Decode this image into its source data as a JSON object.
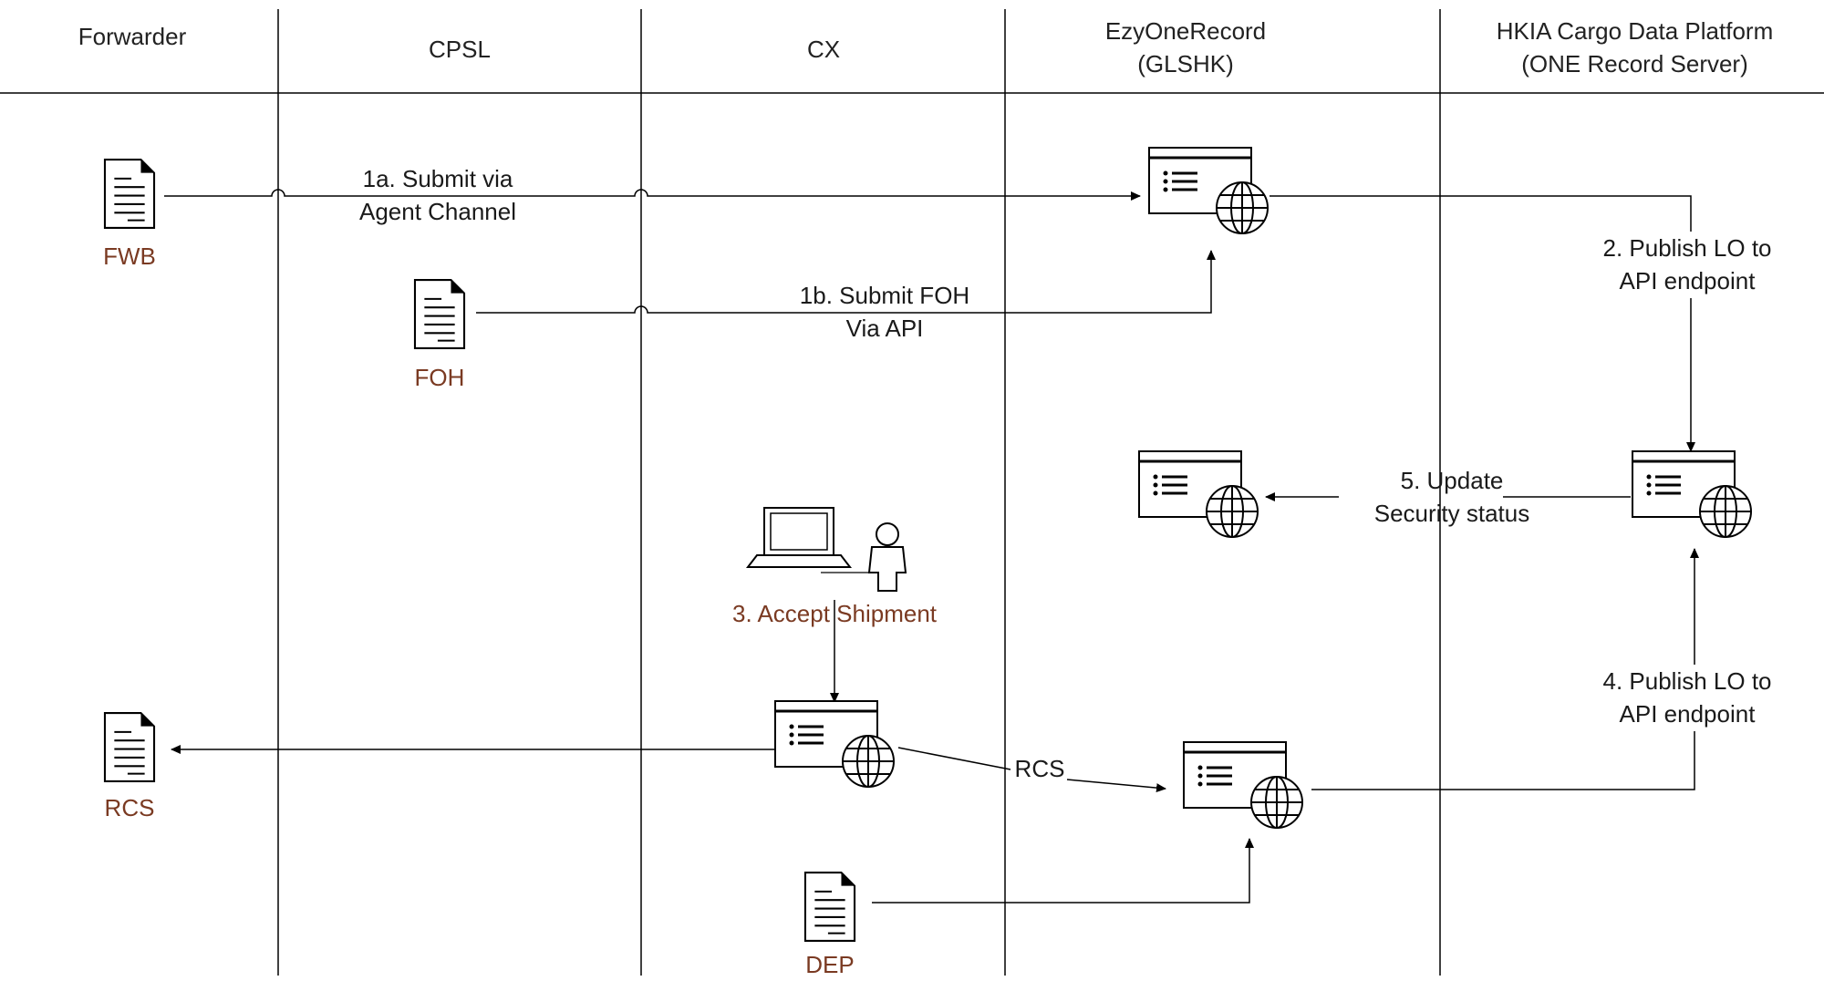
{
  "lanes": [
    {
      "title": "Forwarder"
    },
    {
      "title": "CPSL"
    },
    {
      "title": "CX"
    },
    {
      "title": "EzyOneRecord\n(GLSHK)"
    },
    {
      "title": "HKIA Cargo Data Platform\n(ONE Record Server)"
    }
  ],
  "documents": {
    "fwb": "FWB",
    "foh": "FOH",
    "rcs": "RCS",
    "dep": "DEP"
  },
  "steps": {
    "s1a": "1a. Submit via\nAgent Channel",
    "s1b": "1b. Submit FOH\nVia API",
    "s2": "2. Publish LO to\nAPI endpoint",
    "s3": "3. Accept Shipment",
    "s4": "4. Publish LO to\nAPI endpoint",
    "s5": "5. Update\nSecurity status",
    "rcs_flow": "RCS"
  },
  "icons": [
    "document-icon",
    "web-server-icon",
    "laptop-icon",
    "person-icon"
  ],
  "colors": {
    "line": "#000000",
    "doc_label": "#7a3a22",
    "text": "#1a1a1a"
  }
}
